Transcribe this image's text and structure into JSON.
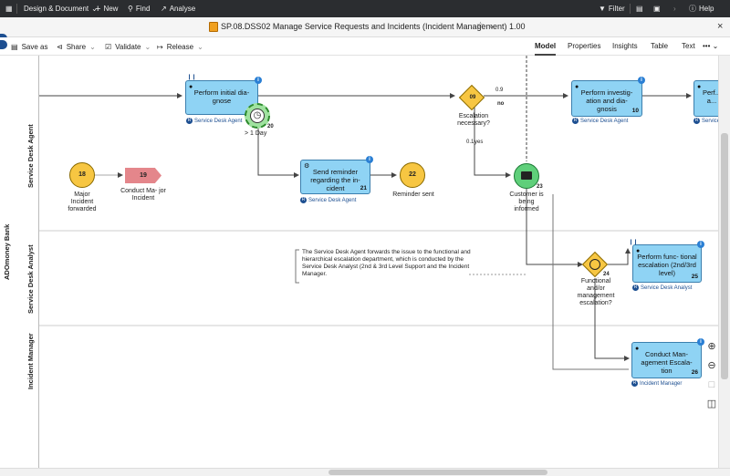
{
  "topbar": {
    "menu_design": "Design & Document",
    "menu_new": "New",
    "menu_find": "Find",
    "menu_analyse": "Analyse",
    "filter": "Filter",
    "help": "Help"
  },
  "titlebar": {
    "title": "SP.08.DSS02 Manage Service Requests and Incidents (Incident Management) 1.00"
  },
  "toolbar": {
    "save_as": "Save as",
    "share": "Share",
    "validate": "Validate",
    "release": "Release",
    "views": [
      "Model",
      "Properties",
      "Insights",
      "Table",
      "Text"
    ],
    "active_view": "Model"
  },
  "lanes": {
    "pool": "ADOmoney Bank",
    "lane1": "Service Desk Agent",
    "lane2": "Service Desk Analyst",
    "lane3": "Incident Manager"
  },
  "elements": {
    "act_perform_diag": {
      "label": "Perform initial dia- gnose",
      "role": "Service Desk Agent"
    },
    "timer": {
      "num": "20",
      "label": "> 1 Day"
    },
    "gw_escalation": {
      "num": "09",
      "label": "Escalation necessary?",
      "p_no": "0.9",
      "no": "no",
      "p_yes": "0.1",
      "yes": "yes"
    },
    "act_investigate": {
      "label": "Perform investig- ation and dia- gnosis",
      "num": "10",
      "role": "Service Desk Agent"
    },
    "act_perform_cut": {
      "label": "Perf... a...",
      "role": "Service De..."
    },
    "act_reminder": {
      "label": "Send reminder regarding the in- cident",
      "num": "21",
      "role": "Service Desk Agent"
    },
    "ev_reminder": {
      "num": "22",
      "label": "Reminder sent"
    },
    "ev_customer": {
      "num": "23",
      "label": "Customer is being informed"
    },
    "ev_major": {
      "num": "18",
      "label": "Major Incident forwarded"
    },
    "proc_major": {
      "num": "19",
      "label": "Conduct Ma- jor Incident"
    },
    "note": {
      "text": "The Service Desk Agent forwards the issue to the functional and hierarchical escalation department, which is conducted by the Service Desk Analyst (2nd & 3rd Level Support and the Incident Manager."
    },
    "gw_functional": {
      "num": "24",
      "label": "Functional and/or management escalation?"
    },
    "act_func_escalation": {
      "label": "Perform func- tional escalation (2nd/3rd level)",
      "num": "25",
      "role": "Service Desk Analyst"
    },
    "act_mgmt_escalation": {
      "label": "Conduct Man- agement Escala- tion",
      "num": "26",
      "role": "Incident Manager"
    }
  }
}
